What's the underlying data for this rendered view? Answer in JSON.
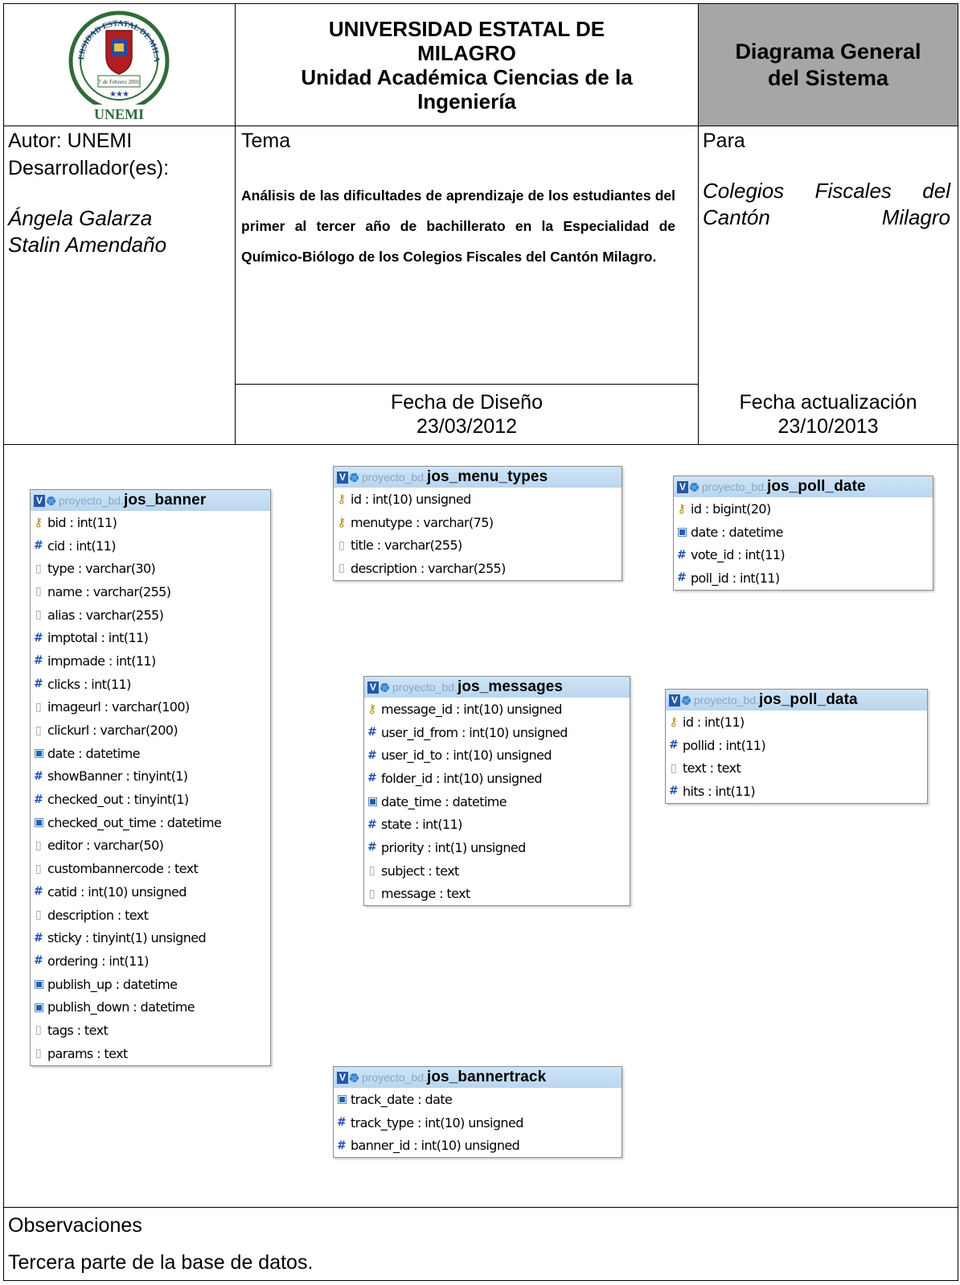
{
  "header": {
    "logo": {
      "ring_text": "UNIVERSIDAD ESTATAL DE MILAGRO",
      "date_text": "7 de Febrero 2001",
      "acronym": "UNEMI"
    },
    "institution_line1": "UNIVERSIDAD ESTATAL DE",
    "institution_line2": "MILAGRO",
    "institution_line3": "Unidad Académica Ciencias de la",
    "institution_line4": "Ingeniería",
    "doc_title_line1": "Diagrama General",
    "doc_title_line2": "del Sistema"
  },
  "info": {
    "autor": "Autor: UNEMI",
    "desarrolladores_label": "Desarrollador(es):",
    "dev1": "Ángela Galarza",
    "dev2": "Stalin Amendaño",
    "tema_label": "Tema",
    "tema_desc": "Análisis de las dificultades de aprendizaje de los estudiantes del primer al tercer año de bachillerato en la Especialidad de Químico-Biólogo de los Colegios Fiscales del Cantón Milagro.",
    "para_label": "Para",
    "para_desc": "Colegios Fiscales del Cantón Milagro",
    "fecha_diseno_label": "Fecha de Diseño",
    "fecha_diseno": "23/03/2012",
    "fecha_act_label": "Fecha actualización",
    "fecha_act": "23/10/2013"
  },
  "diagram": {
    "schema": "proyecto_bd.",
    "tables": [
      {
        "name": "jos_banner",
        "columns": [
          {
            "icon": "key",
            "text": "bid : int(11)"
          },
          {
            "icon": "number",
            "text": "cid : int(11)"
          },
          {
            "icon": "text",
            "text": "type : varchar(30)"
          },
          {
            "icon": "text",
            "text": "name : varchar(255)"
          },
          {
            "icon": "text",
            "text": "alias : varchar(255)"
          },
          {
            "icon": "number",
            "text": "imptotal : int(11)"
          },
          {
            "icon": "number",
            "text": "impmade : int(11)"
          },
          {
            "icon": "number",
            "text": "clicks : int(11)"
          },
          {
            "icon": "text",
            "text": "imageurl : varchar(100)"
          },
          {
            "icon": "text",
            "text": "clickurl : varchar(200)"
          },
          {
            "icon": "date",
            "text": "date : datetime"
          },
          {
            "icon": "number",
            "text": "showBanner : tinyint(1)"
          },
          {
            "icon": "number",
            "text": "checked_out : tinyint(1)"
          },
          {
            "icon": "date",
            "text": "checked_out_time : datetime"
          },
          {
            "icon": "text",
            "text": "editor : varchar(50)"
          },
          {
            "icon": "text",
            "text": "custombannercode : text"
          },
          {
            "icon": "number",
            "text": "catid : int(10) unsigned"
          },
          {
            "icon": "text",
            "text": "description : text"
          },
          {
            "icon": "number",
            "text": "sticky : tinyint(1) unsigned"
          },
          {
            "icon": "number",
            "text": "ordering : int(11)"
          },
          {
            "icon": "date",
            "text": "publish_up : datetime"
          },
          {
            "icon": "date",
            "text": "publish_down : datetime"
          },
          {
            "icon": "text",
            "text": "tags : text"
          },
          {
            "icon": "text",
            "text": "params : text"
          }
        ]
      },
      {
        "name": "jos_menu_types",
        "columns": [
          {
            "icon": "key",
            "text": "id : int(10) unsigned"
          },
          {
            "icon": "key",
            "text": "menutype : varchar(75)"
          },
          {
            "icon": "text",
            "text": "title : varchar(255)"
          },
          {
            "icon": "text",
            "text": "description : varchar(255)"
          }
        ]
      },
      {
        "name": "jos_poll_date",
        "columns": [
          {
            "icon": "key",
            "text": "id : bigint(20)"
          },
          {
            "icon": "date",
            "text": "date : datetime"
          },
          {
            "icon": "number",
            "text": "vote_id : int(11)"
          },
          {
            "icon": "number",
            "text": "poll_id : int(11)"
          }
        ]
      },
      {
        "name": "jos_messages",
        "columns": [
          {
            "icon": "key",
            "text": "message_id : int(10) unsigned"
          },
          {
            "icon": "number",
            "text": "user_id_from : int(10) unsigned"
          },
          {
            "icon": "number",
            "text": "user_id_to : int(10) unsigned"
          },
          {
            "icon": "number",
            "text": "folder_id : int(10) unsigned"
          },
          {
            "icon": "date",
            "text": "date_time : datetime"
          },
          {
            "icon": "number",
            "text": "state : int(11)"
          },
          {
            "icon": "number",
            "text": "priority : int(1) unsigned"
          },
          {
            "icon": "text",
            "text": "subject : text"
          },
          {
            "icon": "text",
            "text": "message : text"
          }
        ]
      },
      {
        "name": "jos_poll_data",
        "columns": [
          {
            "icon": "key",
            "text": "id : int(11)"
          },
          {
            "icon": "number",
            "text": "pollid : int(11)"
          },
          {
            "icon": "text",
            "text": "text : text"
          },
          {
            "icon": "number",
            "text": "hits : int(11)"
          }
        ]
      },
      {
        "name": "jos_bannertrack",
        "columns": [
          {
            "icon": "date",
            "text": "track_date : date"
          },
          {
            "icon": "number",
            "text": "track_type : int(10) unsigned"
          },
          {
            "icon": "number",
            "text": "banner_id : int(10) unsigned"
          }
        ]
      }
    ]
  },
  "footer": {
    "observaciones_label": "Observaciones",
    "observaciones_text": "Tercera parte de la base de datos."
  }
}
